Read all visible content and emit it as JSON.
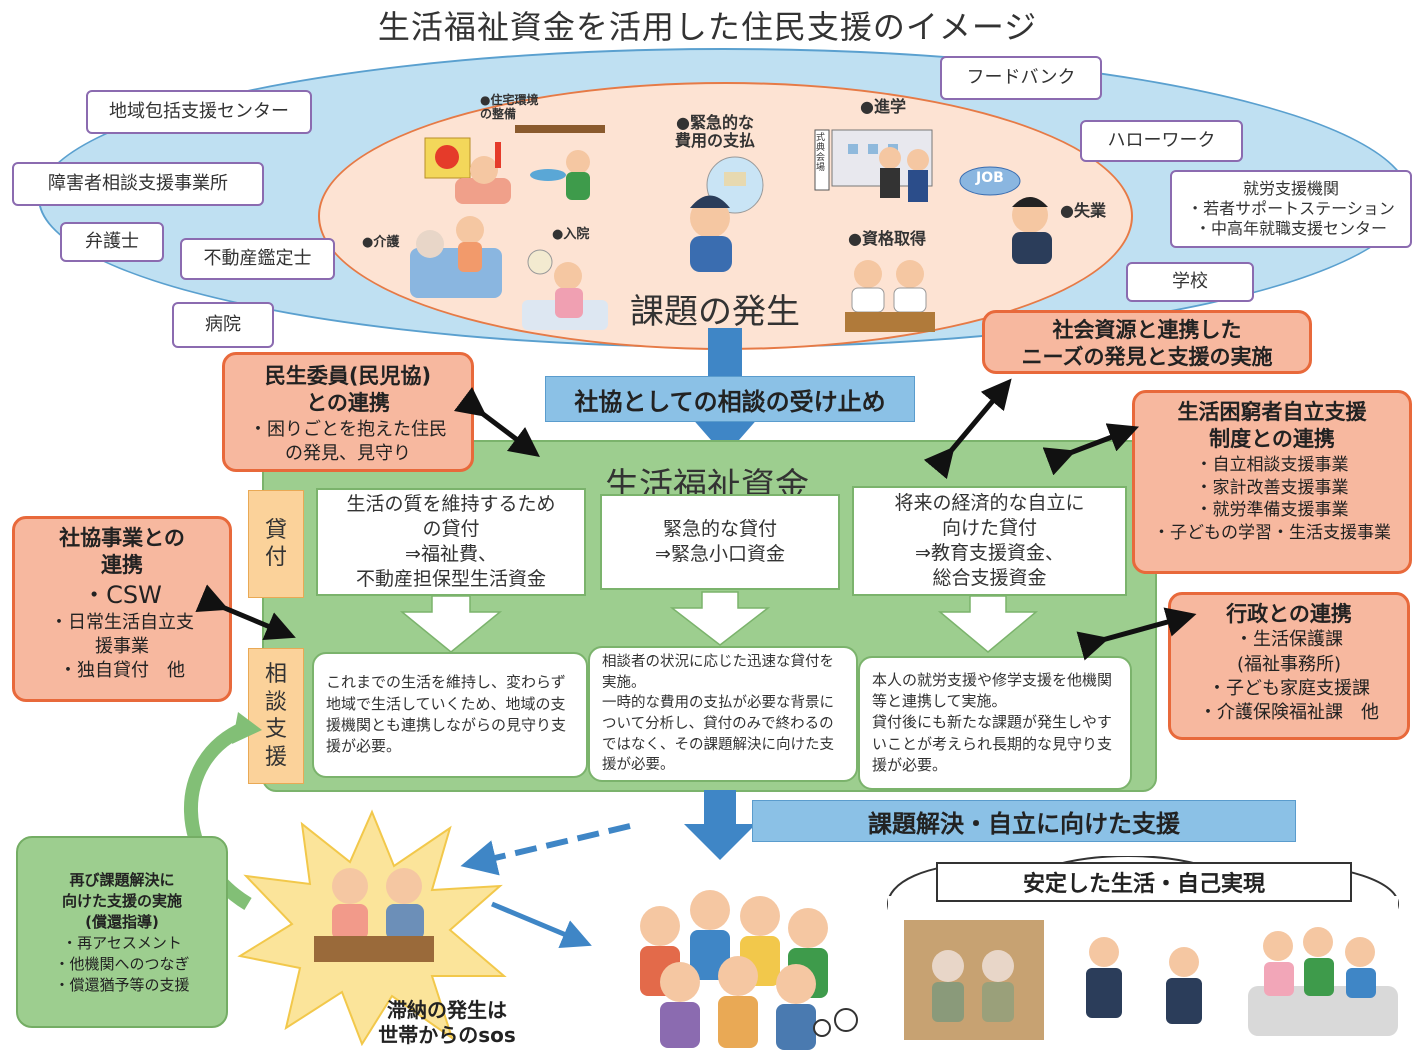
{
  "title": "生活福祉資金を活用した住民支援のイメージ",
  "agencies": {
    "chiiki": "地域包括支援センター",
    "shogai": "障害者相談支援事業所",
    "bengoshi": "弁護士",
    "fudosan": "不動産鑑定士",
    "byoin": "病院",
    "food_bank": "フードバンク",
    "hello_work": "ハローワーク",
    "shuro_lines": [
      "就労支援機関",
      "・若者サポートステーション",
      "・中高年就職支援センター"
    ],
    "gakko": "学校"
  },
  "issues": {
    "jutaku": "●住宅環境\nの整備",
    "kinkyu": "●緊急的な\n費用の支払",
    "shingaku": "●進学",
    "kaigo": "●介護",
    "nyuin": "●入院",
    "shikaku": "●資格取得",
    "shitsugyo": "●失業",
    "job_sign": "JOB",
    "school_sign": "式典会場",
    "center": "課題の発生"
  },
  "shakyo_band": "社協としての相談の受け止め",
  "green_title": "生活福祉資金",
  "tags": {
    "kashitsuke": "貸\n付",
    "sodan": "相\n談\n支\n援"
  },
  "loans": [
    "生活の質を維持するため\nの貸付\n⇒福祉費、\n不動産担保型生活資金",
    "緊急的な貸付\n⇒緊急小口資金",
    "将来の経済的な自立に\n向けた貸付\n⇒教育支援資金、\n総合支援資金"
  ],
  "consults": [
    "これまでの生活を維持し、変わらず地域で生活していくため、地域の支援機関とも連携しながらの見守り支援が必要。",
    "相談者の状況に応じた迅速な貸付を実施。\n一時的な費用の支払が必要な背景について分析し、貸付のみで終わるのではなく、その課題解決に向けた支援が必要。",
    "本人の就労支援や修学支援を他機関等と連携して実施。\n貸付後にも新たな課題が発生しやすいことが考えられ長期的な見守り支援が必要。"
  ],
  "minsei": {
    "head": "民生委員(民児協)\nとの連携",
    "body": "・困りごとを抱えた住民\nの発見、見守り"
  },
  "shakai": {
    "head": "社会資源と連携した\nニーズの発見と支援の実施"
  },
  "konkyu": {
    "head": "生活困窮者自立支援\n制度との連携",
    "body": "・自立相談支援事業\n・家計改善支援事業\n・就労準備支援事業\n・子どもの学習・生活支援事業"
  },
  "shakyo_jigyo": {
    "head": "社協事業との\n連携",
    "csw": "・CSW",
    "body": "・日常生活自立支\n援事業\n・独自貸付　他"
  },
  "gyosei": {
    "head": "行政との連携",
    "body": "・生活保護課\n(福祉事務所)\n・子ども家庭支援課\n・介護保険福祉課　他"
  },
  "kaiketsu_band": "課題解決・自立に向けた支援",
  "futatabi": {
    "head": "再び課題解決に\n向けた支援の実施\n(償還指導)",
    "body": "・再アセスメント\n・他機関へのつなぎ\n・償還猶予等の支援"
  },
  "tainou": "滞納の発生は\n世帯からのsos",
  "antei": "安定した生活・自己実現",
  "colors": {
    "sky": "#bfe0f2",
    "peach": "#fde3d3",
    "green": "#9dce8f",
    "orange_box": "#f7b89f",
    "band": "#8bc1e6",
    "tag": "#fbd29a"
  }
}
